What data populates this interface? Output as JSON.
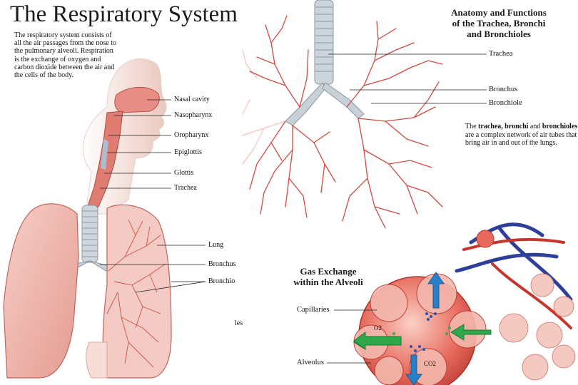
{
  "page": {
    "title": "The Respiratory System",
    "intro": "The respiratory system consists of all the air passages from the nose to the pulmonary alveoli. Respiration is the exchange of oxygen and carbon dioxide between the air and the cells of the body."
  },
  "left_diagram": {
    "labels": {
      "nasal_cavity": "Nasal cavity",
      "nasopharynx": "Nasopharynx",
      "oropharynx": "Oropharynx",
      "epiglottis": "Epiglottis",
      "glottis": "Glottis",
      "trachea": "Trachea",
      "lung": "Lung",
      "bronchus": "Bronchus",
      "bronchiole": "Bronchio",
      "fragment": "les"
    }
  },
  "anatomy": {
    "heading_lines": [
      "Anatomy and Functions",
      "of the Trachea, Bronchi",
      "and Bronchioles"
    ],
    "labels": {
      "trachea": "Trachea",
      "bronchus": "Bronchus",
      "bronchiole": "Bronchiole"
    },
    "description": {
      "pre": "The ",
      "t1": "trachea, bronchi",
      "mid1": " and ",
      "t2": "bronchioles",
      "post": " are a complex network of air tubes that bring air in and out of the lungs."
    }
  },
  "gas_exchange": {
    "heading_lines": [
      "Gas Exchange",
      "within the Alveoli"
    ],
    "labels": {
      "capillaries": "Capillaries",
      "alveolus": "Alveolus",
      "o2": "O2",
      "co2": "CO2"
    }
  },
  "colors": {
    "tissue": "#e58d84",
    "tissue_dark": "#c4554d",
    "lung_fill": "#f3c2bb",
    "bronchiole_tree": "#cf3f35",
    "trachea_ring": "#c9d1d8",
    "vein_blue": "#2e3f9a",
    "arrow_green": "#2fa84b",
    "arrow_blue": "#2a7fc9",
    "skin": "#f6e6e0"
  }
}
